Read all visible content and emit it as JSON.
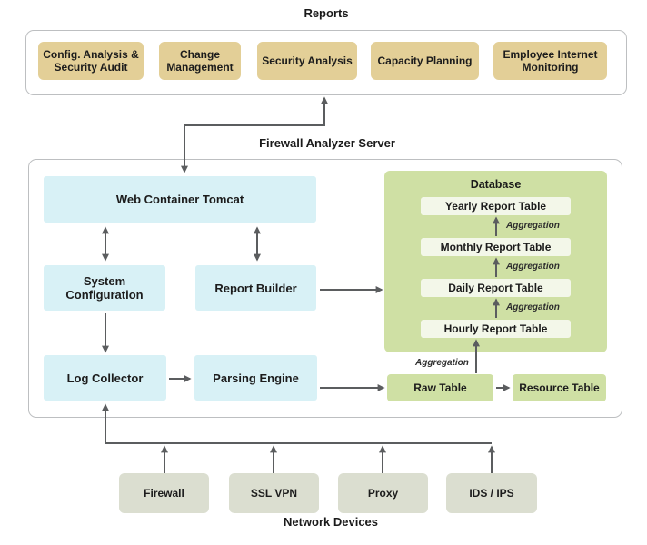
{
  "reports": {
    "title": "Reports",
    "items": [
      {
        "label": "Config. Analysis & Security Audit"
      },
      {
        "label": "Change Management"
      },
      {
        "label": "Security Analysis"
      },
      {
        "label": "Capacity Planning"
      },
      {
        "label": "Employee Internet Monitoring"
      }
    ]
  },
  "server": {
    "title": "Firewall Analyzer Server",
    "web_container": "Web Container Tomcat",
    "system_configuration": "System Configuration",
    "report_builder": "Report Builder",
    "log_collector": "Log Collector",
    "parsing_engine": "Parsing Engine",
    "raw_table": "Raw Table",
    "resource_table": "Resource Table",
    "aggregation_label": "Aggregation",
    "database": {
      "title": "Database",
      "tables": [
        "Yearly Report Table",
        "Monthly Report Table",
        "Daily Report Table",
        "Hourly Report Table"
      ]
    }
  },
  "network_devices": {
    "title": "Network Devices",
    "items": [
      {
        "label": "Firewall"
      },
      {
        "label": "SSL VPN"
      },
      {
        "label": "Proxy"
      },
      {
        "label": "IDS / IPS"
      }
    ]
  },
  "colors": {
    "report_box": "#e3cf97",
    "component_box": "#d8f1f6",
    "database_panel": "#cfe0a4",
    "database_table": "#f3f7e9",
    "device_box": "#dbded0",
    "arrow": "#5b5d5f",
    "container_border": "#bdbfc1"
  }
}
